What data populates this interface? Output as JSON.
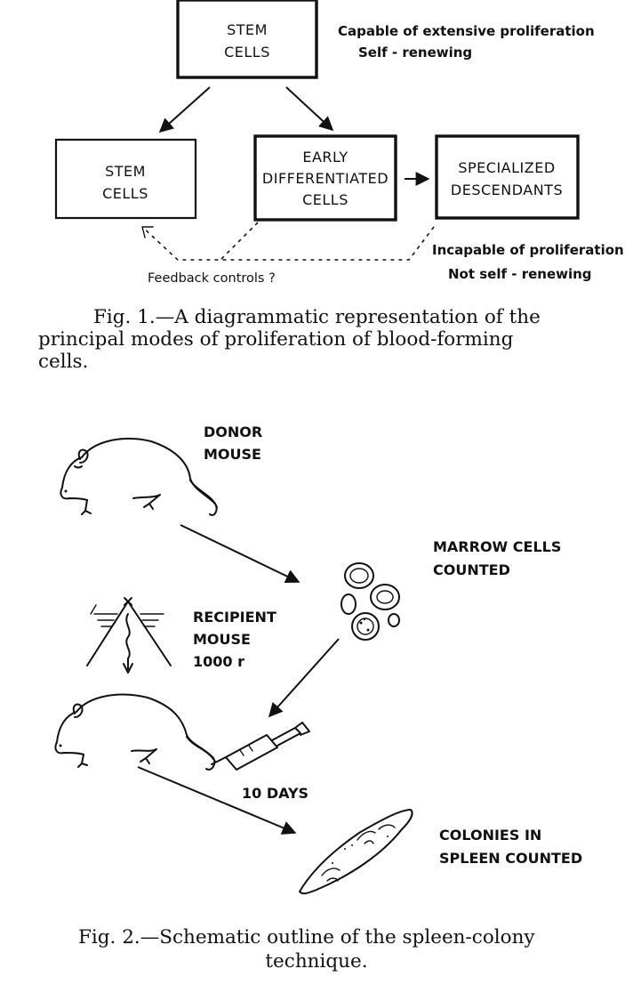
{
  "fig1": {
    "top_box": [
      "STEM",
      "CELLS"
    ],
    "top_note": [
      "Capable of extensive proliferation",
      "Self - renewing"
    ],
    "left_box": [
      "STEM",
      "CELLS"
    ],
    "middle_box": [
      "EARLY",
      "DIFFERENTIATED",
      "CELLS"
    ],
    "right_box": [
      "SPECIALIZED",
      "DESCENDANTS"
    ],
    "right_note": [
      "Incapable of proliferation",
      "Not self - renewing"
    ],
    "feedback": "Feedback controls ?",
    "caption": [
      "Fig. 1.—A diagrammatic representation of the",
      "principal modes of proliferation of blood-forming",
      "cells."
    ]
  },
  "fig2": {
    "donor": [
      "DONOR",
      "MOUSE"
    ],
    "marrow": [
      "MARROW  CELLS",
      "COUNTED"
    ],
    "recipient": [
      "RECIPIENT",
      "MOUSE",
      "1000 r"
    ],
    "days": "10 DAYS",
    "colonies": [
      "COLONIES   IN",
      "SPLEEN COUNTED"
    ],
    "caption": [
      "Fig. 2.—Schematic outline of the spleen-colony",
      "technique."
    ]
  }
}
